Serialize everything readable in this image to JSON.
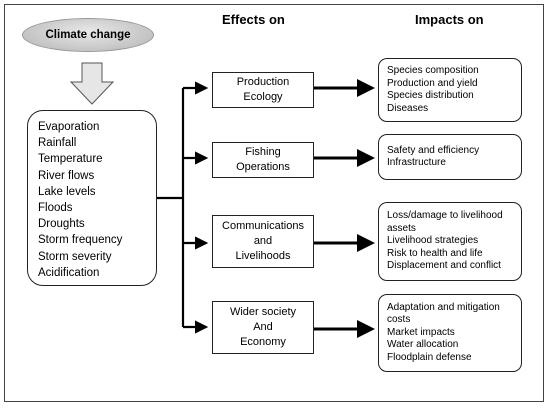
{
  "headings": {
    "effects": "Effects on",
    "impacts": "Impacts on"
  },
  "cause": "Climate change",
  "factors": [
    "Evaporation",
    "Rainfall",
    "Temperature",
    "River flows",
    "Lake levels",
    "Floods",
    "Droughts",
    "Storm frequency",
    "Storm severity",
    "Acidification"
  ],
  "effects": [
    {
      "lines": [
        "Production",
        "Ecology"
      ]
    },
    {
      "lines": [
        "Fishing",
        "Operations"
      ]
    },
    {
      "lines": [
        "Communications",
        "and",
        "Livelihoods"
      ]
    },
    {
      "lines": [
        "Wider society",
        "And",
        "Economy"
      ]
    }
  ],
  "impacts": [
    {
      "items": [
        "Species composition",
        "Production and yield",
        "Species distribution",
        "Diseases"
      ]
    },
    {
      "items": [
        "Safety and efficiency",
        "Infrastructure"
      ]
    },
    {
      "items": [
        "Loss/damage to livelihood",
        "assets",
        "Livelihood strategies",
        "Risk to health and life",
        "Displacement and conflict"
      ]
    },
    {
      "items": [
        "Adaptation and mitigation",
        "costs",
        "Market impacts",
        "Water allocation",
        "Floodplain defense"
      ]
    }
  ],
  "colors": {
    "line": "#000000",
    "arrow_fill": "#e6e6e6",
    "ellipse": "#c9c9c9"
  }
}
